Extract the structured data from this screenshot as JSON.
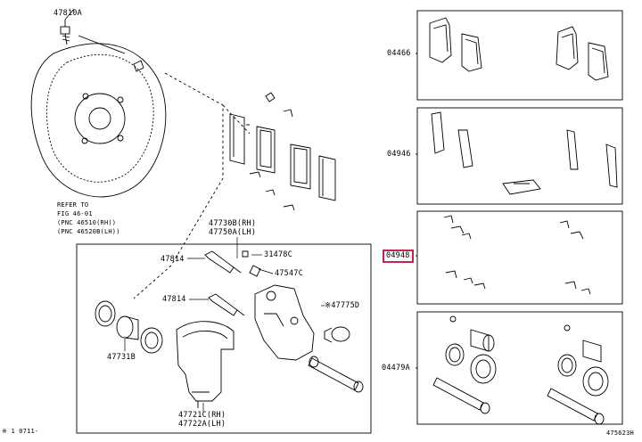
{
  "labels": {
    "p47810A": "47810A",
    "refer1": "REFER TO",
    "refer2": "FIG 46-01",
    "refer3": "(PNC 46510(RH))",
    "refer4": "(PNC 46520B(LH))",
    "p47730B": "47730B(RH)",
    "p47750A": "47750A(LH)",
    "p47814a": "47814",
    "p31478C": "31478C",
    "p47547C": "47547C",
    "p47814b": "47814",
    "p47775D": "※47775D",
    "p47731B": "47731B",
    "p47721C": "47721C(RH)",
    "p47722A": "47722A(LH)",
    "p04466": "04466",
    "p04946": "04946",
    "p04948": "04948",
    "p04479A": "04479A",
    "footnote": "※ 1 0711-",
    "figno": "475623H"
  },
  "colors": {
    "line": "#000000",
    "highlight": "#c0274a"
  }
}
